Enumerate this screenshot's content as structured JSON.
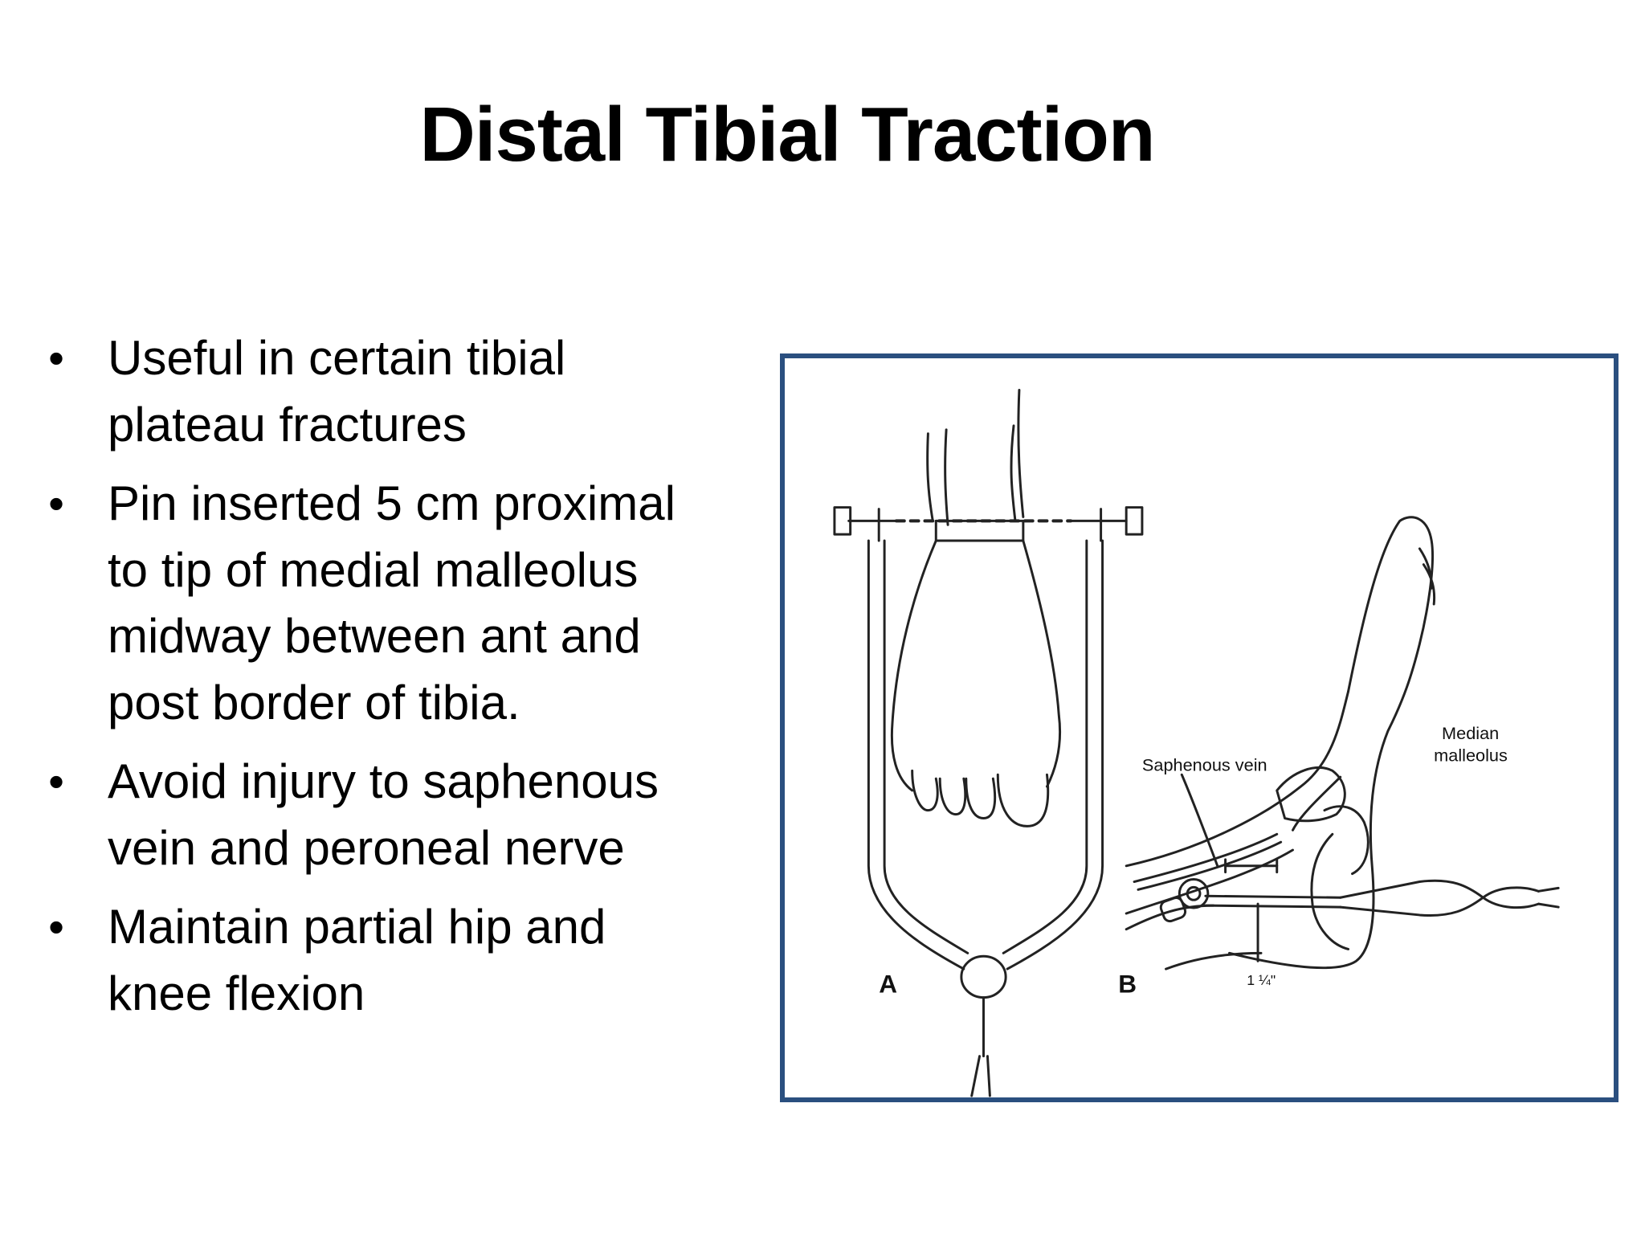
{
  "slide": {
    "title": "Distal Tibial Traction",
    "bullets": [
      {
        "lines": [
          "Useful in certain tibial",
          "plateau fractures"
        ]
      },
      {
        "lines": [
          "Pin inserted 5 cm proximal",
          "to tip of medial malleolus",
          "midway between ant and",
          "post border of tibia."
        ]
      },
      {
        "lines": [
          "Avoid injury to saphenous",
          "vein and peroneal nerve"
        ]
      },
      {
        "lines": [
          "Maintain partial hip and",
          "knee flexion"
        ]
      }
    ]
  },
  "figure": {
    "panel_a_label": "A",
    "panel_b_label": "B",
    "saphenous_label": "Saphenous vein",
    "median_label_line1": "Median",
    "median_label_line2": "malleolus",
    "measure_label": "1 ¼\"",
    "border_color": "#2a4f7f"
  }
}
